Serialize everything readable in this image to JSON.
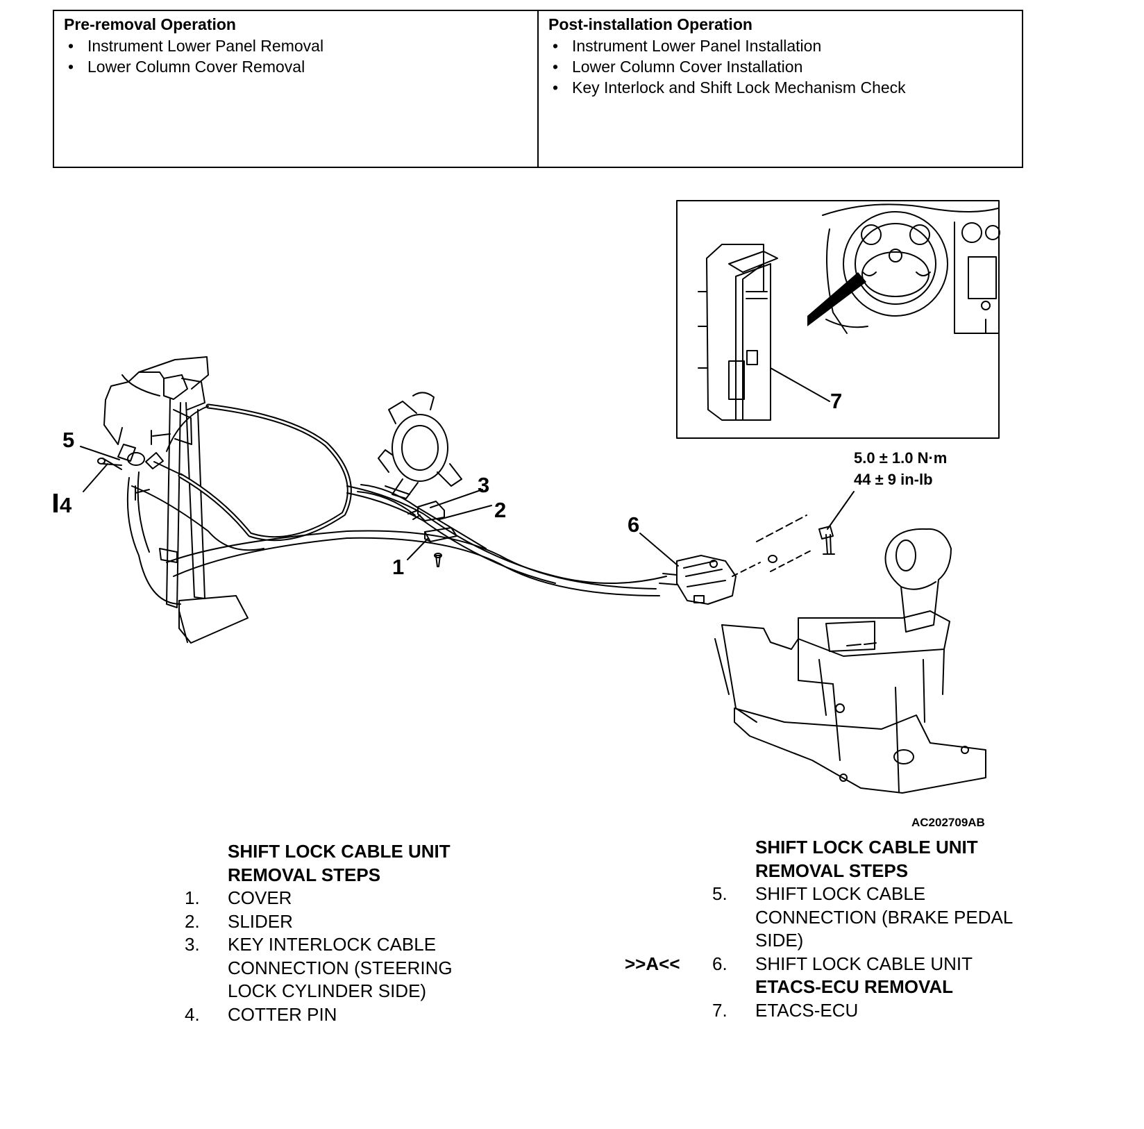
{
  "operations": {
    "pre_removal": {
      "title": "Pre-removal Operation",
      "items": [
        "Instrument Lower Panel Removal",
        "Lower Column Cover Removal"
      ]
    },
    "post_installation": {
      "title": "Post-installation Operation",
      "items": [
        "Instrument Lower Panel Installation",
        "Lower Column Cover Installation",
        "Key Interlock and Shift Lock Mechanism Check"
      ]
    }
  },
  "figure": {
    "callouts": {
      "c1": "1",
      "c2": "2",
      "c3": "3",
      "c4": "4",
      "c5": "5",
      "c6": "6",
      "c7": "7"
    },
    "torque": {
      "metric": "5.0 ± 1.0 N·m",
      "imperial": "44 ± 9 in-lb"
    },
    "figure_id": "AC202709AB"
  },
  "steps_left": {
    "heading_line1": "SHIFT LOCK CABLE UNIT",
    "heading_line2": "REMOVAL STEPS",
    "items": [
      {
        "num": "1.",
        "lines": [
          "COVER"
        ]
      },
      {
        "num": "2.",
        "lines": [
          "SLIDER"
        ]
      },
      {
        "num": "3.",
        "lines": [
          "KEY INTERLOCK CABLE",
          "CONNECTION (STEERING",
          "LOCK CYLINDER SIDE)"
        ]
      },
      {
        "num": "4.",
        "lines": [
          "COTTER PIN"
        ]
      }
    ]
  },
  "steps_right": {
    "heading_line1": "SHIFT LOCK CABLE UNIT",
    "heading_line2": "REMOVAL STEPS",
    "item5": {
      "num": "5.",
      "lines": [
        "SHIFT LOCK CABLE",
        "CONNECTION (BRAKE PEDAL",
        "SIDE)"
      ]
    },
    "item6": {
      "ref": ">>A<<",
      "num": "6.",
      "text": "SHIFT LOCK CABLE UNIT"
    },
    "sub_heading": "ETACS-ECU REMOVAL",
    "item7": {
      "num": "7.",
      "text": "ETACS-ECU"
    }
  }
}
